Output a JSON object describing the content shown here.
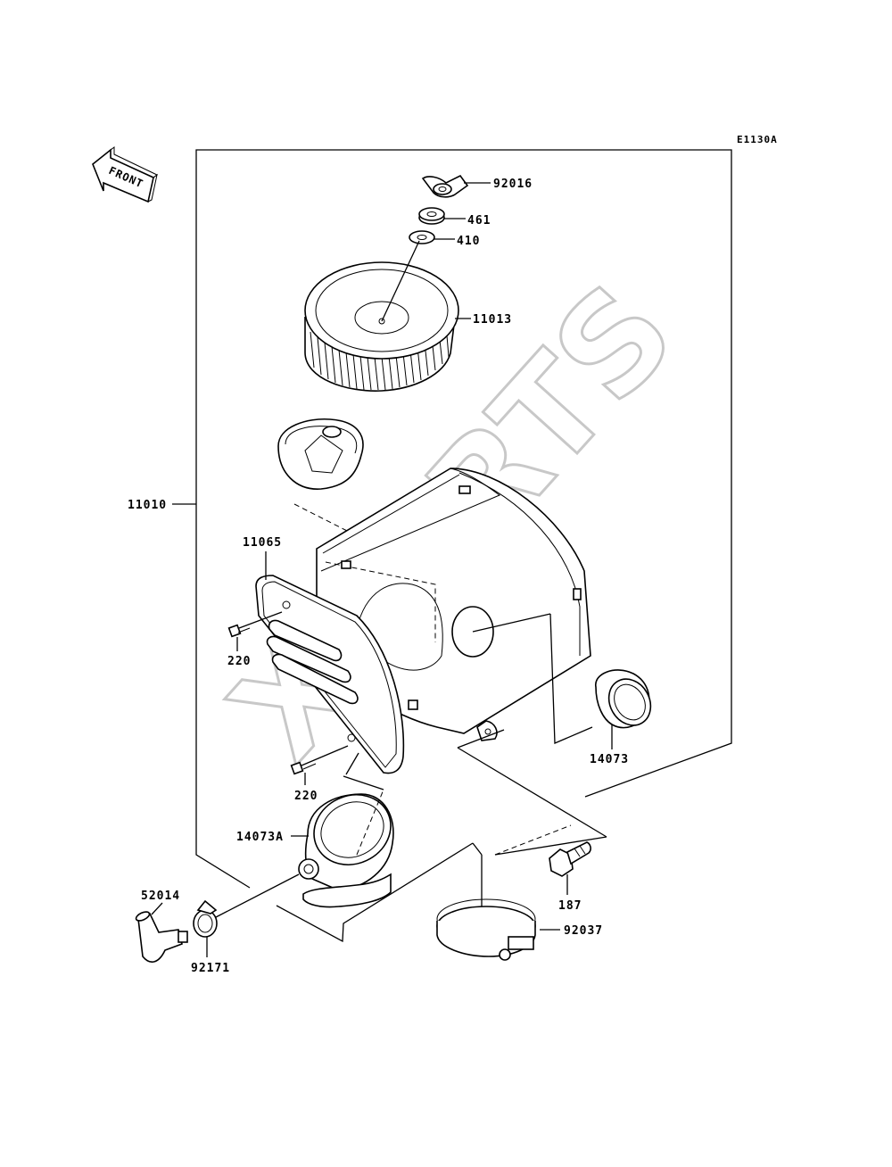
{
  "diagram_code": "E1130A",
  "front_label": "FRONT",
  "watermark": "XPARTS",
  "parts": {
    "p92016": "92016",
    "p461": "461",
    "p410": "410",
    "p11013": "11013",
    "p11010": "11010",
    "p11065": "11065",
    "p220a": "220",
    "p220b": "220",
    "p14073": "14073",
    "p14073A": "14073A",
    "p187": "187",
    "p52014": "52014",
    "p92171": "92171",
    "p92037": "92037"
  }
}
